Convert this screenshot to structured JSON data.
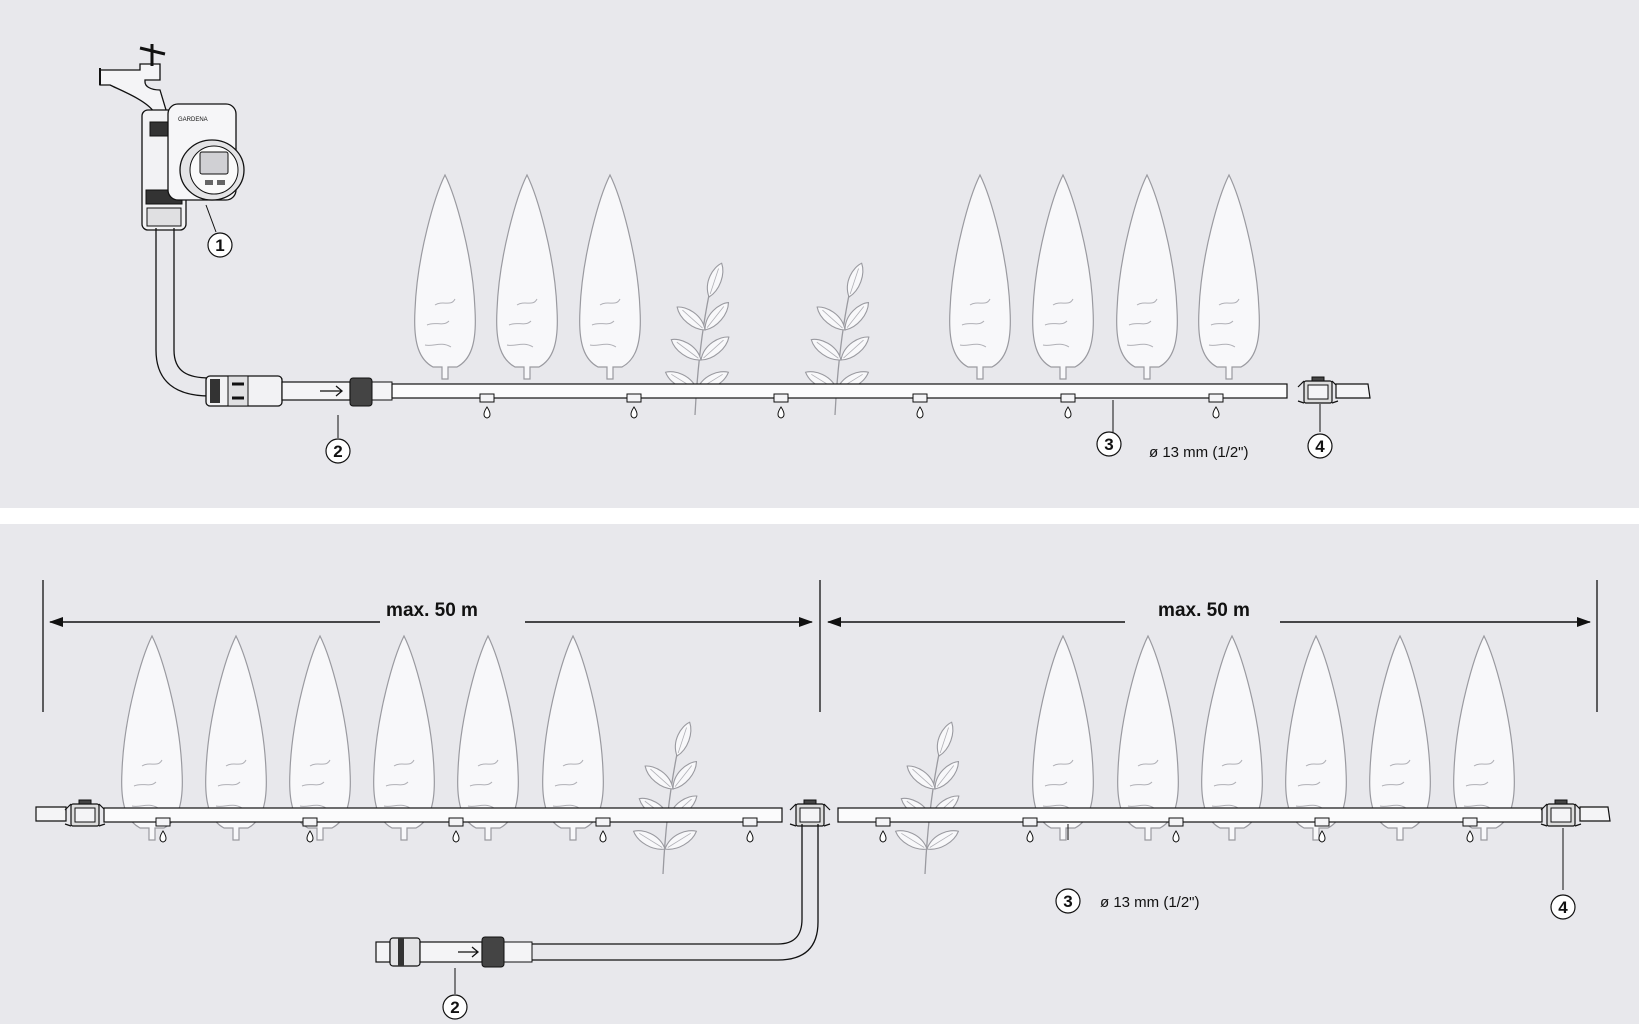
{
  "top_panel": {
    "callouts": {
      "timer": "1",
      "connector": "2",
      "pipe": "3",
      "end_plug": "4"
    },
    "pipe_diameter": "ø 13 mm (1/2\")",
    "brand_logo": "GARDENA"
  },
  "bottom_panel": {
    "span_left_label": "max. 50 m",
    "span_right_label": "max. 50 m",
    "callouts": {
      "connector": "2",
      "pipe": "3",
      "end_plug": "4"
    },
    "pipe_diameter": "ø 13 mm (1/2\")"
  },
  "colors": {
    "background": "#e8e8ec",
    "separator": "#ffffff",
    "line": "#111111",
    "plant_fill": "#f8f8fa",
    "plant_stroke": "#9a9aa0"
  }
}
